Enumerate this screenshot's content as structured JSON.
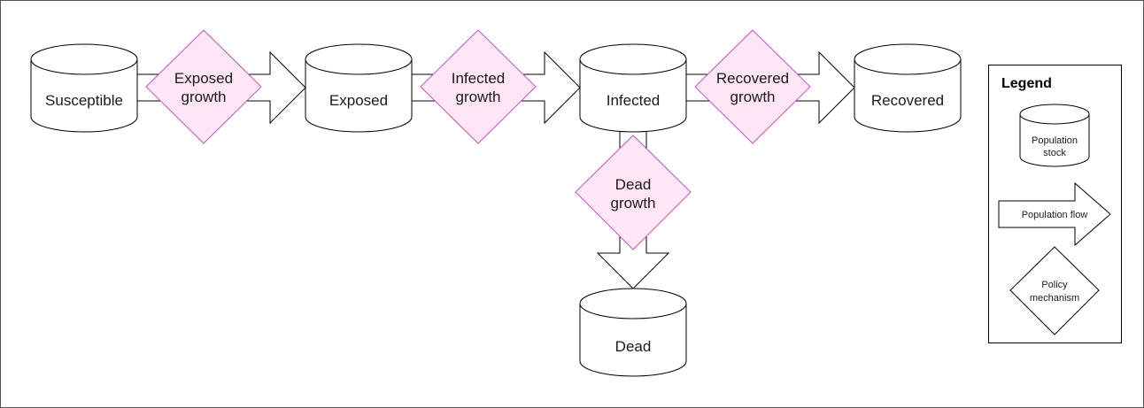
{
  "colors": {
    "stroke": "#000000",
    "stock_fill": "#ffffff",
    "policy_fill": "#ffe6f6",
    "policy_stroke": "#b85ab4",
    "frame": "#555555"
  },
  "icons": {
    "stock": "cylinder-icon",
    "flow": "arrow-icon",
    "policy": "diamond-icon"
  },
  "stocks": {
    "susceptible": "Susceptible",
    "exposed": "Exposed",
    "infected": "Infected",
    "recovered": "Recovered",
    "dead": "Dead"
  },
  "policies": {
    "exposed_growth": [
      "Exposed",
      "growth"
    ],
    "infected_growth": [
      "Infected",
      "growth"
    ],
    "recovered_growth": [
      "Recovered",
      "growth"
    ],
    "dead_growth": [
      "Dead",
      "growth"
    ]
  },
  "legend": {
    "title": "Legend",
    "stock_label": [
      "Population",
      "stock"
    ],
    "flow_label": "Population flow",
    "policy_label": [
      "Policy",
      "mechanism"
    ]
  }
}
